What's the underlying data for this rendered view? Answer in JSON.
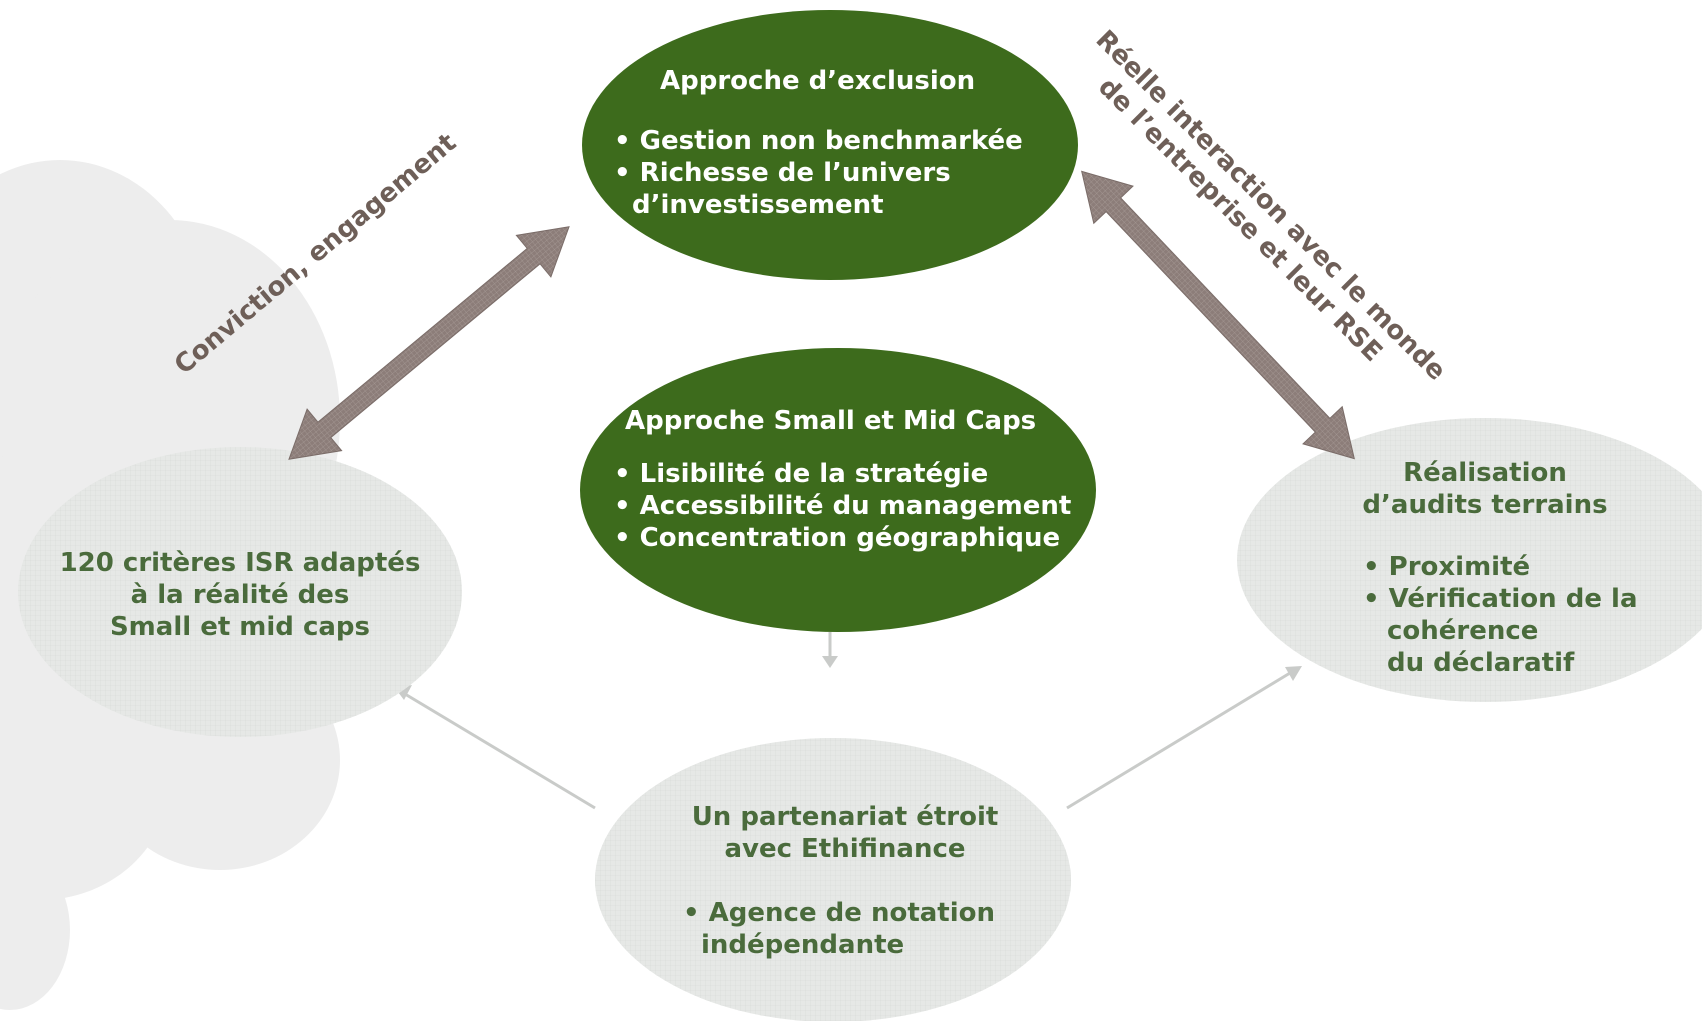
{
  "nodes": {
    "exclusion": {
      "title": "Approche d’exclusion",
      "items": [
        "• Gestion non benchmarkée",
        "• Richesse de l’univers",
        "d’investissement"
      ]
    },
    "small_mid": {
      "title": "Approche Small et Mid Caps",
      "items": [
        "• Lisibilité de la stratégie",
        "• Accessibilité du management",
        "• Concentration géographique"
      ]
    },
    "criteres": {
      "lines": [
        "120 critères ISR adaptés",
        "à la réalité des",
        "Small et mid caps"
      ]
    },
    "audits": {
      "title_lines": [
        "Réalisation",
        "d’audits terrains"
      ],
      "items": [
        "• Proximité",
        "• Vérification de la",
        "cohérence",
        "du déclaratif"
      ]
    },
    "partenariat": {
      "title_lines": [
        "Un partenariat étroit",
        "avec Ethifinance"
      ],
      "items": [
        "• Agence de notation",
        "indépendante"
      ]
    }
  },
  "edge_labels": {
    "left": "Conviction, engagement",
    "right_line1": "Réelle interaction avec le monde",
    "right_line2": "de l’entreprise et leur RSE"
  },
  "colors": {
    "dark_green": "#3d6b1c",
    "light_ellipse": "#e6e8e6",
    "text_green": "#4a6b3c",
    "arrow_gray": "#8c7d79",
    "label_brown": "#6e5f58",
    "connector_gray": "#c9cbc9"
  }
}
